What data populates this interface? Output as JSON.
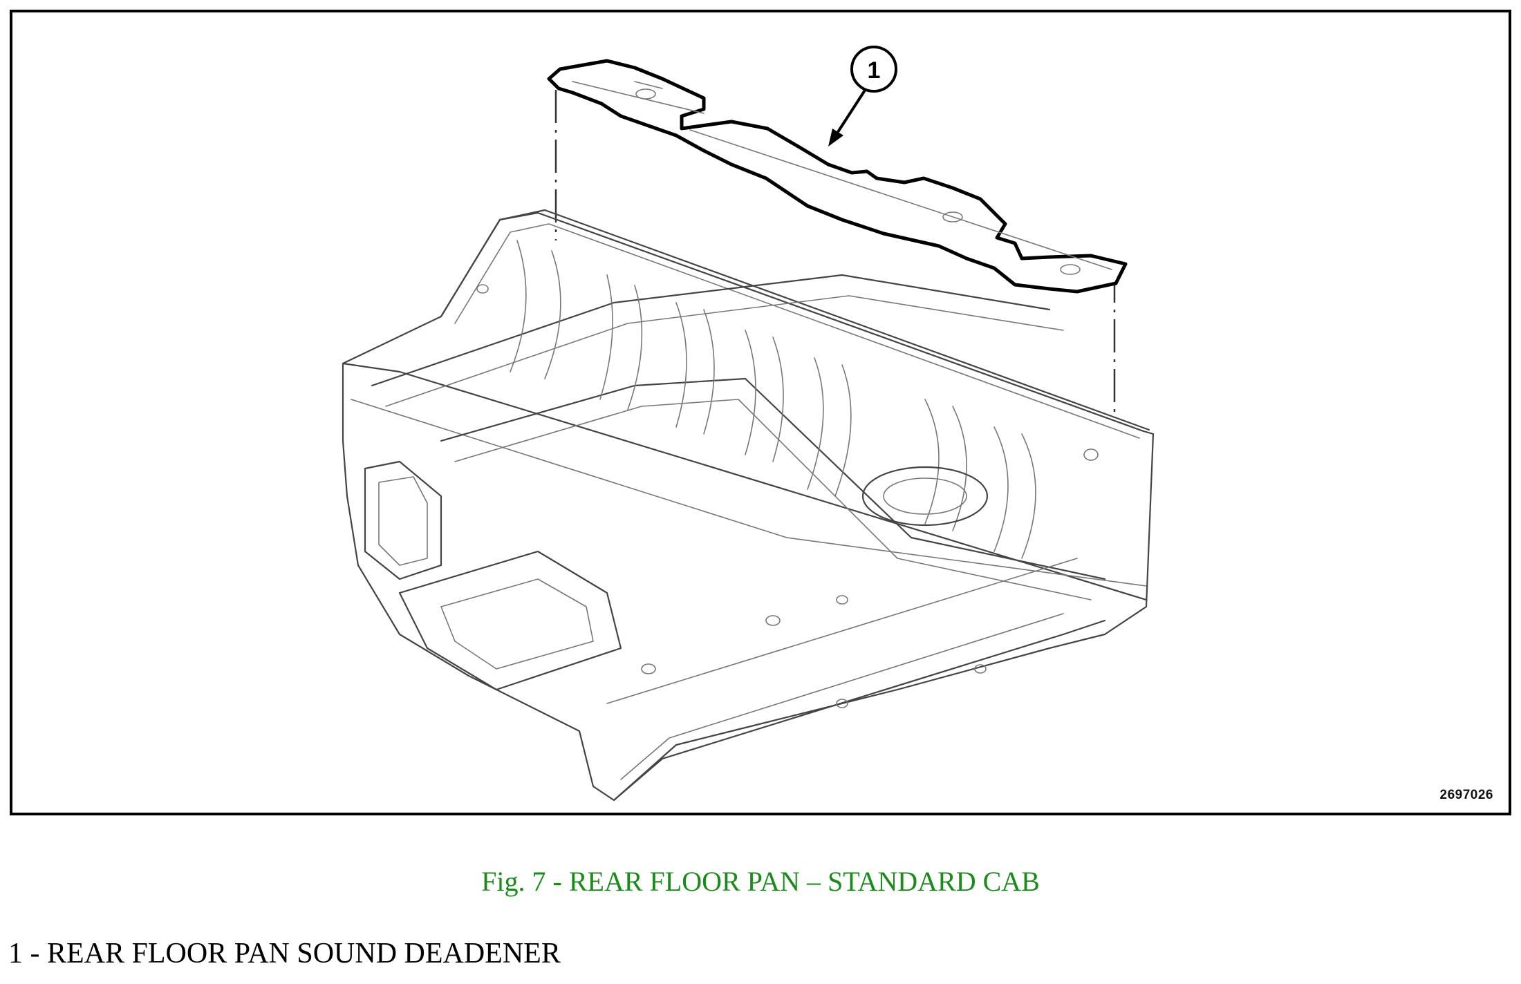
{
  "figure": {
    "callout_number": "1",
    "figure_id": "2697026",
    "caption": "Fig. 7 - REAR FLOOR PAN – STANDARD CAB",
    "caption_color": "#1a8a1a"
  },
  "legend": [
    {
      "number": "1",
      "text": "1 - REAR FLOOR PAN SOUND DEADENER"
    }
  ]
}
